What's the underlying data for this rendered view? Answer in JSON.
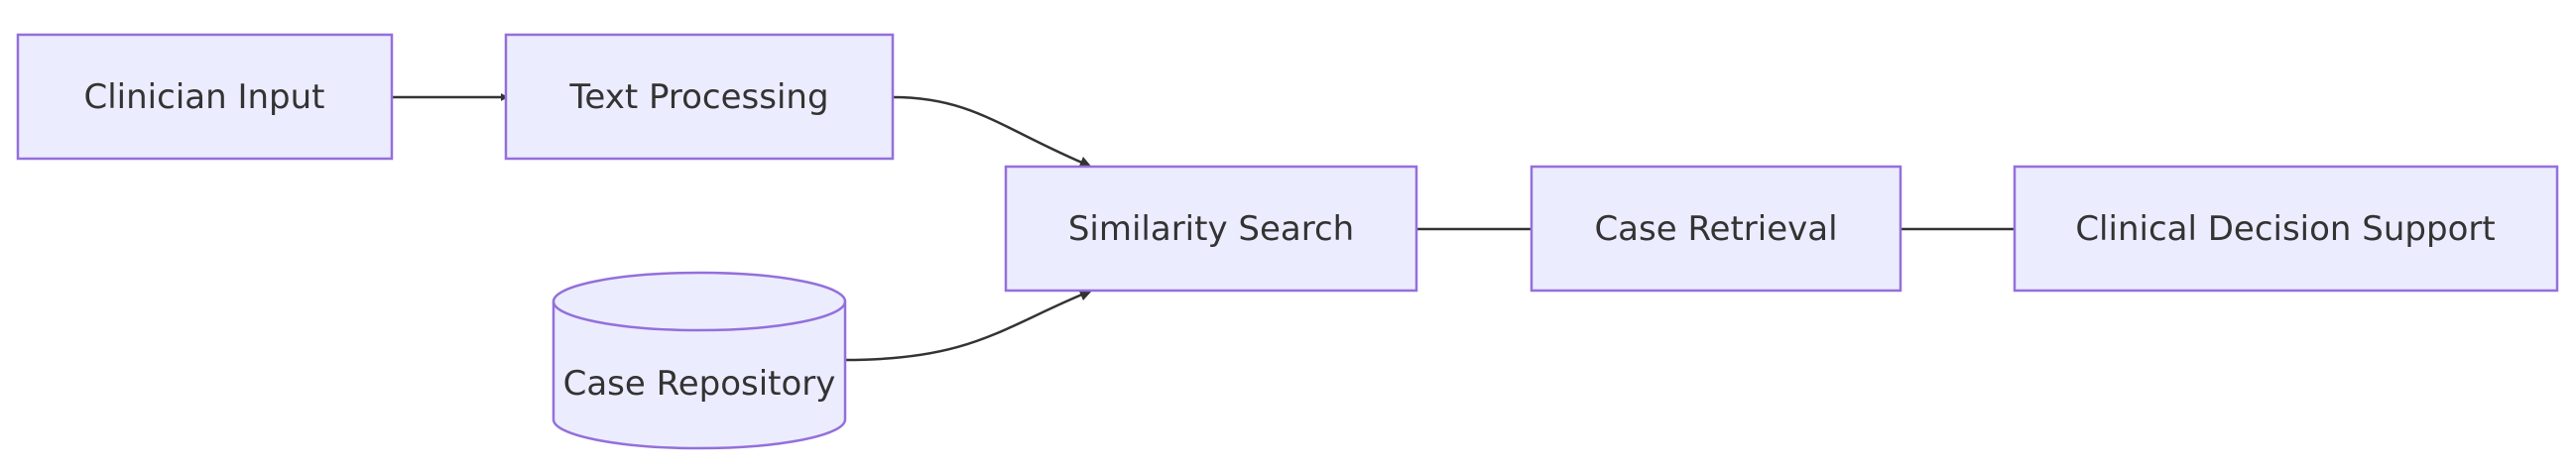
{
  "nodes": {
    "clinician_input": "Clinician Input",
    "text_processing": "Text Processing",
    "similarity_search": "Similarity Search",
    "case_repository": "Case Repository",
    "case_retrieval": "Case Retrieval",
    "clinical_decision_support": "Clinical Decision Support"
  },
  "edges": [
    {
      "from": "clinician_input",
      "to": "text_processing"
    },
    {
      "from": "text_processing",
      "to": "similarity_search"
    },
    {
      "from": "case_repository",
      "to": "similarity_search"
    },
    {
      "from": "similarity_search",
      "to": "case_retrieval"
    },
    {
      "from": "case_retrieval",
      "to": "clinical_decision_support"
    }
  ],
  "colors": {
    "node_fill": "#ececff",
    "node_stroke": "#9370db",
    "edge": "#333333",
    "text": "#333333"
  }
}
